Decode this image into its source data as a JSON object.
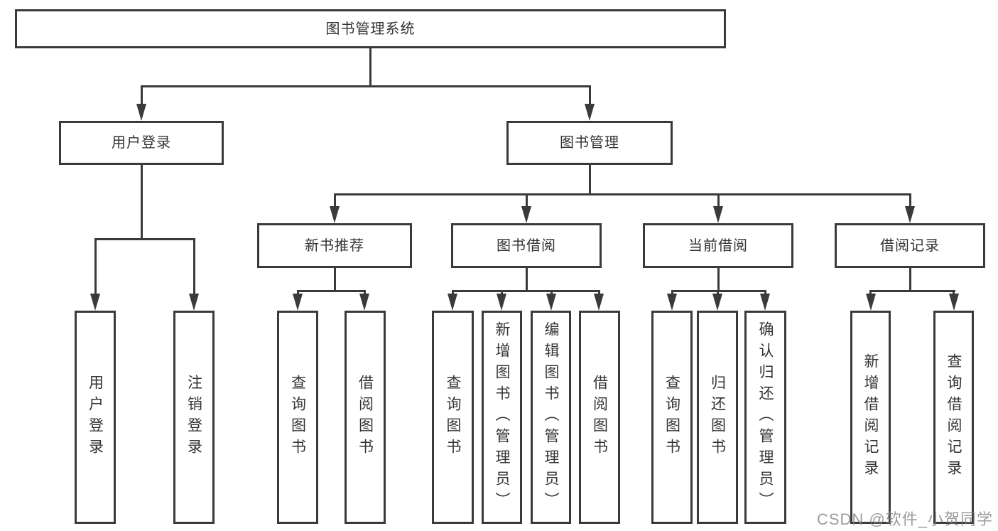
{
  "root": {
    "label": "图书管理系统"
  },
  "level1": [
    {
      "label": "用户登录"
    },
    {
      "label": "图书管理"
    }
  ],
  "level2": [
    {
      "label": "新书推荐"
    },
    {
      "label": "图书借阅"
    },
    {
      "label": "当前借阅"
    },
    {
      "label": "借阅记录"
    }
  ],
  "leaves": {
    "user_login": [
      {
        "label": "用户登录"
      },
      {
        "label": "注销登录"
      }
    ],
    "new_book_recommend": [
      {
        "label": "查询图书"
      },
      {
        "label": "借阅图书"
      }
    ],
    "book_borrow": [
      {
        "label": "查询图书"
      },
      {
        "label": "新增图书（管理员）"
      },
      {
        "label": "编辑图书（管理员）"
      },
      {
        "label": "借阅图书"
      }
    ],
    "current_borrow": [
      {
        "label": "查询图书"
      },
      {
        "label": "归还图书"
      },
      {
        "label": "确认归还（管理员）"
      }
    ],
    "borrow_records": [
      {
        "label": "新增借阅记录"
      },
      {
        "label": "查询借阅记录"
      }
    ]
  },
  "watermark": {
    "text": "CSDN @软件_小贺同学"
  },
  "colors": {
    "line": "#3a3a3a",
    "text": "#333333",
    "background": "#ffffff"
  }
}
